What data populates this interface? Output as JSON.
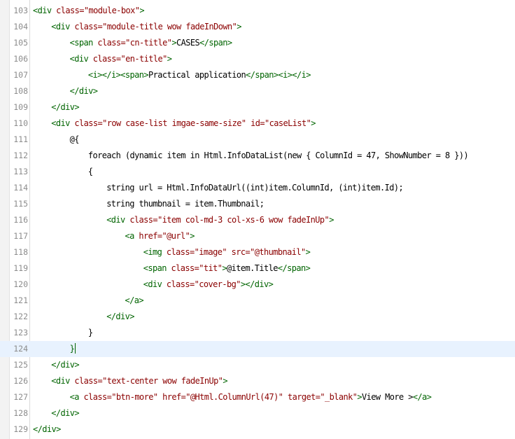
{
  "editor": {
    "lines": [
      {
        "num": "103",
        "indent": 0,
        "parts": [
          [
            "tag",
            "<div "
          ],
          [
            "attr",
            "class="
          ],
          [
            "str",
            "\"module-box\""
          ],
          [
            "tag",
            ">"
          ]
        ]
      },
      {
        "num": "104",
        "indent": 1,
        "parts": [
          [
            "tag",
            "<div "
          ],
          [
            "attr",
            "class="
          ],
          [
            "str",
            "\"module-title wow fadeInDown\""
          ],
          [
            "tag",
            ">"
          ]
        ]
      },
      {
        "num": "105",
        "indent": 2,
        "parts": [
          [
            "tag",
            "<span "
          ],
          [
            "attr",
            "class="
          ],
          [
            "str",
            "\"cn-title\""
          ],
          [
            "tag",
            ">"
          ],
          [
            "txt",
            "CASES"
          ],
          [
            "tag",
            "</span>"
          ]
        ]
      },
      {
        "num": "106",
        "indent": 2,
        "parts": [
          [
            "tag",
            "<div "
          ],
          [
            "attr",
            "class="
          ],
          [
            "str",
            "\"en-title\""
          ],
          [
            "tag",
            ">"
          ]
        ]
      },
      {
        "num": "107",
        "indent": 3,
        "parts": [
          [
            "tag",
            "<i></i><span>"
          ],
          [
            "txt",
            "Practical application"
          ],
          [
            "tag",
            "</span><i></i>"
          ]
        ]
      },
      {
        "num": "108",
        "indent": 2,
        "parts": [
          [
            "tag",
            "</div>"
          ]
        ]
      },
      {
        "num": "109",
        "indent": 1,
        "parts": [
          [
            "tag",
            "</div>"
          ]
        ]
      },
      {
        "num": "110",
        "indent": 1,
        "parts": [
          [
            "tag",
            "<div "
          ],
          [
            "attr",
            "class="
          ],
          [
            "str",
            "\"row case-list imgae-same-size\""
          ],
          [
            "attr",
            " id="
          ],
          [
            "str",
            "\"caseList\""
          ],
          [
            "tag",
            ">"
          ]
        ]
      },
      {
        "num": "111",
        "indent": 2,
        "parts": [
          [
            "txt",
            "@{"
          ]
        ]
      },
      {
        "num": "112",
        "indent": 3,
        "parts": [
          [
            "txt",
            "foreach (dynamic item in Html.InfoDataList(new { ColumnId = 47, ShowNumber = 8 }))"
          ]
        ]
      },
      {
        "num": "113",
        "indent": 3,
        "parts": [
          [
            "txt",
            "{"
          ]
        ]
      },
      {
        "num": "114",
        "indent": 4,
        "parts": [
          [
            "txt",
            "string url = Html.InfoDataUrl((int)item.ColumnId, (int)item.Id);"
          ]
        ]
      },
      {
        "num": "115",
        "indent": 4,
        "parts": [
          [
            "txt",
            "string thumbnail = item.Thumbnail;"
          ]
        ]
      },
      {
        "num": "116",
        "indent": 4,
        "parts": [
          [
            "tag",
            "<div "
          ],
          [
            "attr",
            "class="
          ],
          [
            "str",
            "\"item col-md-3 col-xs-6 wow fadeInUp\""
          ],
          [
            "tag",
            ">"
          ]
        ]
      },
      {
        "num": "117",
        "indent": 5,
        "parts": [
          [
            "tag",
            "<a "
          ],
          [
            "attr",
            "href="
          ],
          [
            "str",
            "\"@url\""
          ],
          [
            "tag",
            ">"
          ]
        ]
      },
      {
        "num": "118",
        "indent": 6,
        "parts": [
          [
            "tag",
            "<img "
          ],
          [
            "attr",
            "class="
          ],
          [
            "str",
            "\"image\""
          ],
          [
            "attr",
            " src="
          ],
          [
            "str",
            "\"@thumbnail\""
          ],
          [
            "tag",
            ">"
          ]
        ]
      },
      {
        "num": "119",
        "indent": 6,
        "parts": [
          [
            "tag",
            "<span "
          ],
          [
            "attr",
            "class="
          ],
          [
            "str",
            "\"tit\""
          ],
          [
            "tag",
            ">"
          ],
          [
            "txt",
            "@item.Title"
          ],
          [
            "tag",
            "</span>"
          ]
        ]
      },
      {
        "num": "120",
        "indent": 6,
        "parts": [
          [
            "tag",
            "<div "
          ],
          [
            "attr",
            "class="
          ],
          [
            "str",
            "\"cover-bg\""
          ],
          [
            "tag",
            "></div>"
          ]
        ]
      },
      {
        "num": "121",
        "indent": 5,
        "parts": [
          [
            "tag",
            "</a>"
          ]
        ]
      },
      {
        "num": "122",
        "indent": 4,
        "parts": [
          [
            "tag",
            "</div>"
          ]
        ]
      },
      {
        "num": "123",
        "indent": 3,
        "parts": [
          [
            "txt",
            "}"
          ]
        ]
      },
      {
        "num": "124",
        "indent": 2,
        "current": true,
        "parts": [
          [
            "tag",
            "}"
          ]
        ]
      },
      {
        "num": "125",
        "indent": 1,
        "parts": [
          [
            "tag",
            "</div>"
          ]
        ]
      },
      {
        "num": "126",
        "indent": 1,
        "parts": [
          [
            "tag",
            "<div "
          ],
          [
            "attr",
            "class="
          ],
          [
            "str",
            "\"text-center wow fadeInUp\""
          ],
          [
            "tag",
            ">"
          ]
        ]
      },
      {
        "num": "127",
        "indent": 2,
        "parts": [
          [
            "tag",
            "<a "
          ],
          [
            "attr",
            "class="
          ],
          [
            "str",
            "\"btn-more\""
          ],
          [
            "attr",
            " href="
          ],
          [
            "str",
            "\"@Html.ColumnUrl(47)\""
          ],
          [
            "attr",
            " target="
          ],
          [
            "str",
            "\"_blank\""
          ],
          [
            "tag",
            ">"
          ],
          [
            "txt",
            "View More >"
          ],
          [
            "tag",
            "</a>"
          ]
        ]
      },
      {
        "num": "128",
        "indent": 1,
        "parts": [
          [
            "tag",
            "</div>"
          ]
        ]
      },
      {
        "num": "129",
        "indent": 0,
        "parts": [
          [
            "tag",
            "</div>"
          ]
        ]
      }
    ]
  }
}
